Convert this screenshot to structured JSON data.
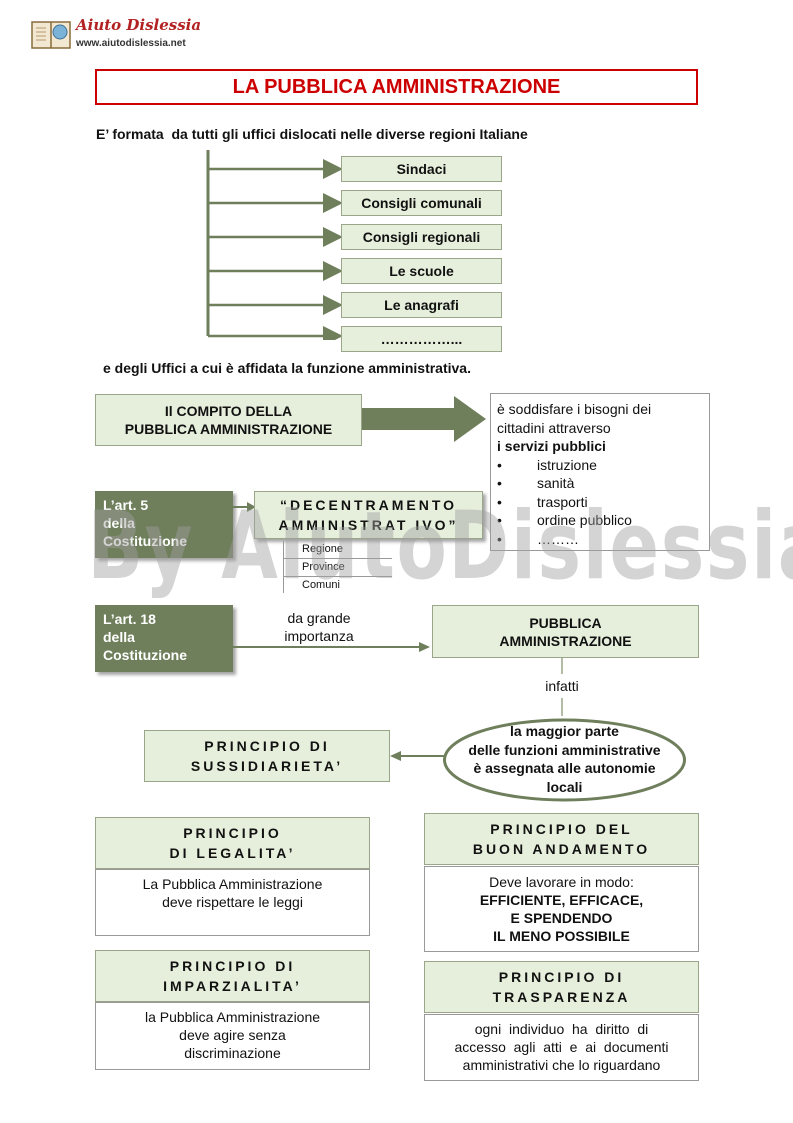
{
  "header": {
    "logo_name": "Aiuto Dislessia",
    "logo_url": "www.aiutodislessia.net"
  },
  "title": "LA PUBBLICA AMMINISTRAZIONE",
  "intro": "E’ formata  da tutti gli uffici dislocati nelle diverse regioni Italiane",
  "offices": [
    "Sindaci",
    "Consigli comunali",
    "Consigli regionali",
    "Le scuole",
    "Le anagrafi",
    "……………..."
  ],
  "outro": "e degli Uffici a cui è affidata la funzione amministrativa.",
  "compito": {
    "box_line1": "Il COMPITO DELLA",
    "box_line2": "PUBBLICA AMMINISTRAZIONE",
    "desc_line1": "è soddisfare i bisogni dei",
    "desc_line2": "cittadini attraverso",
    "desc_bold": "i servizi pubblici",
    "services": [
      "istruzione",
      "sanità",
      "trasporti",
      "ordine pubblico",
      "………"
    ]
  },
  "art5": {
    "label_line1": "L’art. 5",
    "label_line2": "della",
    "label_line3": "Costituzione",
    "decentramento_line1": "“DECENTRAMENTO",
    "decentramento_line2": "AMMINISTRAT IVO”",
    "levels": [
      "Regione",
      "Province",
      "Comuni"
    ]
  },
  "art18": {
    "label_line1": "L’art.  18",
    "label_line2": "della",
    "label_line3": "Costituzione",
    "arrow_line1": "da grande",
    "arrow_line2": "importanza",
    "pa_line1": "PUBBLICA",
    "pa_line2": "AMMINISTRAZIONE",
    "infatti": "infatti"
  },
  "autonomie": [
    "la maggior parte",
    "delle funzioni amministrative",
    "è assegnata alle autonomie",
    "locali"
  ],
  "sussidiarieta": {
    "line1": "PRINCIPIO DI",
    "line2": "SUSSIDIARIETA’"
  },
  "legalita": {
    "title1": "PRINCIPIO",
    "title2": "DI LEGALITA’",
    "desc1": "La Pubblica Amministrazione",
    "desc2": "deve rispettare le leggi"
  },
  "buon_andamento": {
    "title1": "PRINCIPIO DEL",
    "title2": "BUON  ANDAMENTO",
    "desc1": "Deve  lavorare in modo:",
    "desc2": "EFFICIENTE, EFFICACE,",
    "desc3": "E SPENDENDO",
    "desc4": "IL MENO POSSIBILE"
  },
  "imparzialita": {
    "title1": "PRINCIPIO  DI",
    "title2": "IMPARZIALITA’",
    "desc1": "la Pubblica Amministrazione",
    "desc2": "deve agire senza",
    "desc3": "discriminazione"
  },
  "trasparenza": {
    "title1": "PRINCIPIO  DI",
    "title2": "TRASPARENZA",
    "desc1": "ogni  individuo  ha  diritto  di",
    "desc2": "accesso  agli  atti  e  ai  documenti",
    "desc3": "amministrativi che lo riguardano"
  },
  "watermark": "By AiutoDislessia.net",
  "colors": {
    "title_red": "#cc0000",
    "green_fill": "#e6efdc",
    "dark_green": "#6f7f5c",
    "line_green": "#6f7f5c"
  }
}
